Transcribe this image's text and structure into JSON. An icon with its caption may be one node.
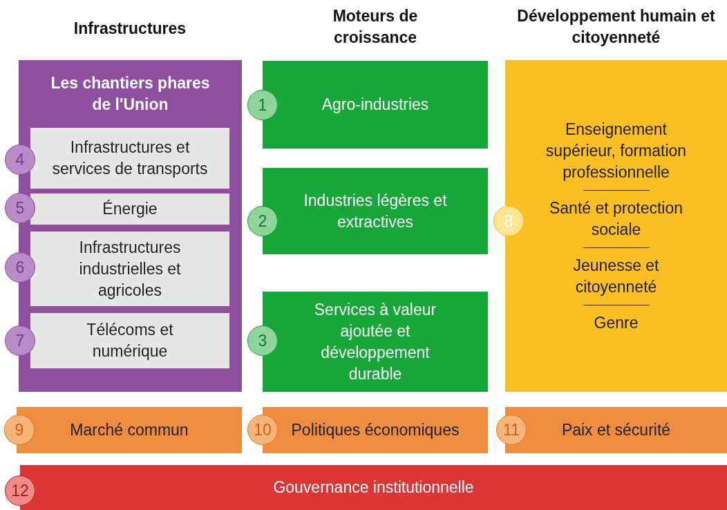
{
  "diagram": {
    "nodes": [
      {
        "text": [
          "Les chantiers phares de l'Union"
        ]
      },
      {
        "text": [
          "4"
        ]
      },
      {
        "text": [
          "Infrastructures et services de transports"
        ],
        "in": 0
      },
      {
        "text": [
          "5"
        ]
      },
      {
        "text": [
          "Énergie"
        ],
        "in": 0
      },
      {
        "text": [
          "6"
        ]
      },
      {
        "text": [
          "Infrastructures industrielles et agricoles"
        ],
        "in": 0
      },
      {
        "text": [
          "7"
        ]
      },
      {
        "text": [
          "Télécoms et numérique"
        ],
        "in": 0
      },
      {
        "text": [
          "1"
        ]
      },
      {
        "text": [
          "Agro-industries"
        ]
      },
      {
        "text": [
          "2"
        ]
      },
      {
        "text": [
          "Industries légères et extractives"
        ]
      },
      {
        "text": [
          "3"
        ]
      },
      {
        "text": [
          "Services à valeur ajoutée et développement durable"
        ]
      },
      {
        "text": [
          "8"
        ]
      },
      {
        "text": [
          "Enseignement supérieur, formation professionnelle",
          "Santé et protection sociale",
          "Jeunesse et citoyenneté",
          "Genre"
        ]
      },
      {
        "text": [
          "9"
        ]
      },
      {
        "text": [
          "Marché commun"
        ]
      },
      {
        "text": [
          "10"
        ]
      },
      {
        "text": [
          "Politiques économiques"
        ]
      },
      {
        "text": [
          "11"
        ]
      },
      {
        "text": [
          "Paix et sécurité"
        ]
      },
      {
        "text": [
          "12"
        ]
      },
      {
        "text": [
          "Gouvernance institutionnelle"
        ]
      }
    ],
    "edges": [],
    "labels": [
      "Infrastructures",
      "Moteurs de croissance",
      "Développement humain et citoyenneté"
    ]
  }
}
